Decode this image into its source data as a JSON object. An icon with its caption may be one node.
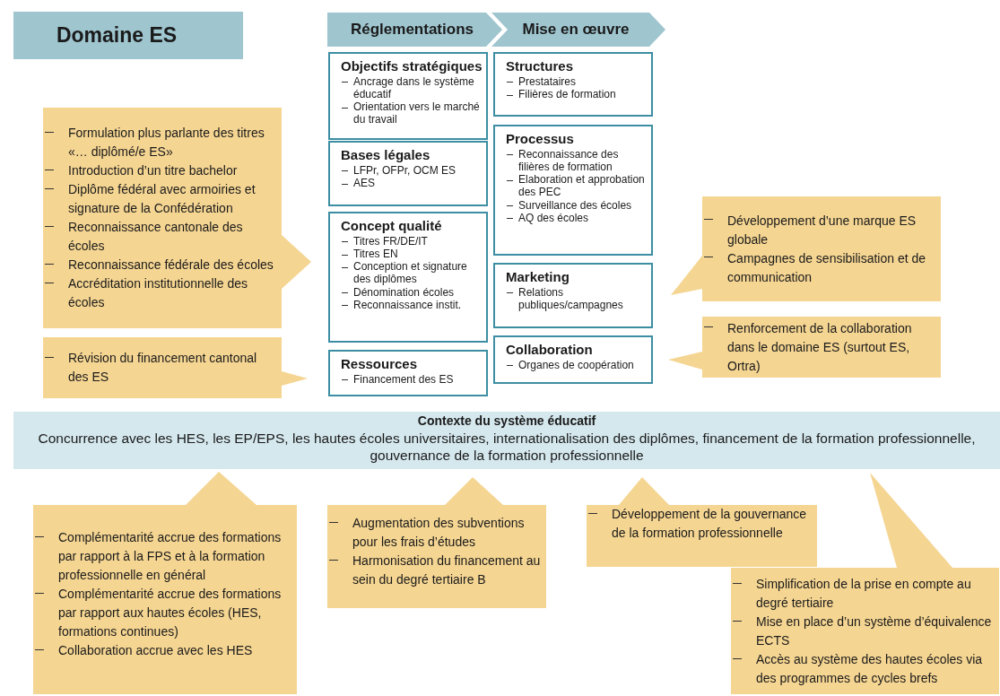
{
  "diagram": {
    "nodes": [
      {
        "text": [
          "Domaine ES"
        ]
      },
      {
        "text": [
          "Réglementations"
        ]
      },
      {
        "text": [
          "Mise en œuvre"
        ]
      },
      {
        "text": [
          "Objectifs stratégiques",
          "Ancrage dans le système éducatif",
          "Orientation vers le marché du travail"
        ]
      },
      {
        "text": [
          "Bases légales",
          "LFPr, OFPr, OCM ES",
          "AES"
        ]
      },
      {
        "text": [
          "Concept qualité",
          "Titres FR/DE/IT",
          "Titres EN",
          "Conception et signature des diplômes",
          "Dénomination écoles",
          "Reconnaissance instit."
        ]
      },
      {
        "text": [
          "Ressources",
          "Financement des ES"
        ]
      },
      {
        "text": [
          "Structures",
          "Prestataires",
          "Filières de formation"
        ]
      },
      {
        "text": [
          "Processus",
          "Reconnaissance des filières de formation",
          "Elaboration et approbation des PEC",
          "Surveillance des écoles",
          "AQ des écoles"
        ]
      },
      {
        "text": [
          "Marketing",
          "Relations publiques/campagnes"
        ]
      },
      {
        "text": [
          "Collaboration",
          "Organes de coopération"
        ]
      },
      {
        "text": [
          "Formulation plus parlante des titres «… diplômé/e ES»",
          "Introduction d’un titre bachelor",
          "Diplôme fédéral avec armoiries et signature de la Confédération",
          "Reconnaissance cantonale des écoles",
          "Reconnaissance fédérale des écoles",
          "Accréditation institutionnelle des écoles"
        ]
      },
      {
        "text": [
          "Révision du financement cantonal des ES"
        ]
      },
      {
        "text": [
          "Développement d’une marque ES globale",
          "Campagnes de sensibilisation et de communication"
        ]
      },
      {
        "text": [
          "Renforcement de la collaboration dans le domaine ES (surtout ES, Ortra)"
        ]
      },
      {
        "text": [
          "Contexte du système éducatif",
          "Concurrence avec les HES, les EP/EPS, les hautes écoles universitaires, internationalisation des diplômes, financement de la formation professionnelle, gouvernance de la formation professionnelle"
        ]
      },
      {
        "text": [
          "Complémentarité accrue des formations par rapport à la FPS et à la formation professionnelle en général",
          "Complémentarité accrue des formations par rapport aux hautes écoles (HES, formations continues)",
          "Collaboration accrue avec les HES"
        ]
      },
      {
        "text": [
          "Augmentation des subventions pour les frais d’études",
          "Harmonisation du financement au sein du degré tertiaire B"
        ]
      },
      {
        "text": [
          "Développement de la gouvernance de la formation professionnelle"
        ]
      },
      {
        "text": [
          "Simplification de la prise en compte au degré tertiaire",
          "Mise en place d’un système d’équivalence ECTS",
          "Accès au système des hautes écoles via des programmes de cycles brefs"
        ]
      }
    ]
  }
}
